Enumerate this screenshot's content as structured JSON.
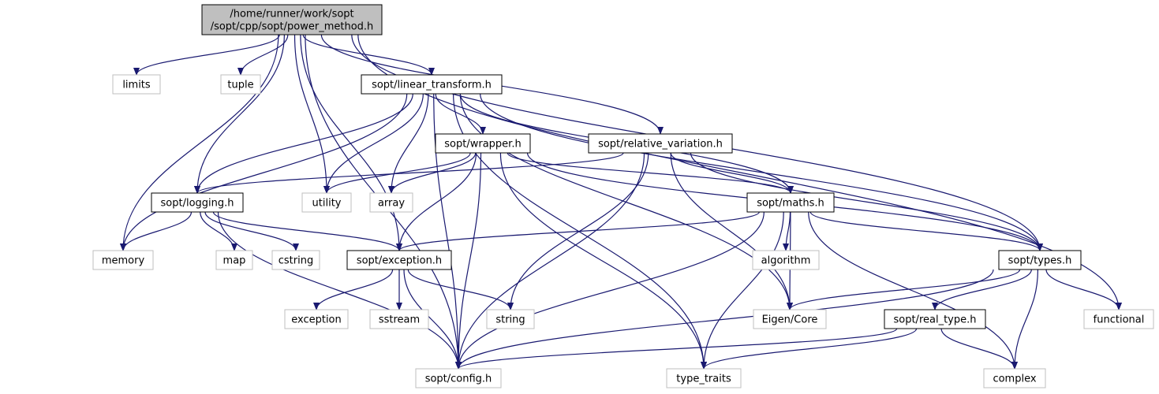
{
  "colors": {
    "edge": "#191970",
    "root_fill": "#bfbfbf",
    "internal_border": "#000000",
    "external_border": "#bfbfbf",
    "text": "#000000"
  },
  "nodes": [
    {
      "id": "power_method",
      "lines": [
        "/home/runner/work/sopt",
        "/sopt/cpp/sopt/power_method.h"
      ],
      "kind": "root"
    },
    {
      "id": "limits",
      "lines": [
        "limits"
      ],
      "kind": "external"
    },
    {
      "id": "tuple",
      "lines": [
        "tuple"
      ],
      "kind": "external"
    },
    {
      "id": "linear_transform",
      "lines": [
        "sopt/linear_transform.h"
      ],
      "kind": "internal"
    },
    {
      "id": "wrapper",
      "lines": [
        "sopt/wrapper.h"
      ],
      "kind": "internal"
    },
    {
      "id": "relative_variation",
      "lines": [
        "sopt/relative_variation.h"
      ],
      "kind": "internal"
    },
    {
      "id": "logging",
      "lines": [
        "sopt/logging.h"
      ],
      "kind": "internal"
    },
    {
      "id": "utility",
      "lines": [
        "utility"
      ],
      "kind": "external"
    },
    {
      "id": "array",
      "lines": [
        "array"
      ],
      "kind": "external"
    },
    {
      "id": "maths",
      "lines": [
        "sopt/maths.h"
      ],
      "kind": "internal"
    },
    {
      "id": "memory",
      "lines": [
        "memory"
      ],
      "kind": "external"
    },
    {
      "id": "map",
      "lines": [
        "map"
      ],
      "kind": "external"
    },
    {
      "id": "cstring",
      "lines": [
        "cstring"
      ],
      "kind": "external"
    },
    {
      "id": "exception_h",
      "lines": [
        "sopt/exception.h"
      ],
      "kind": "internal"
    },
    {
      "id": "algorithm",
      "lines": [
        "algorithm"
      ],
      "kind": "external"
    },
    {
      "id": "types",
      "lines": [
        "sopt/types.h"
      ],
      "kind": "internal"
    },
    {
      "id": "exception",
      "lines": [
        "exception"
      ],
      "kind": "external"
    },
    {
      "id": "sstream",
      "lines": [
        "sstream"
      ],
      "kind": "external"
    },
    {
      "id": "string",
      "lines": [
        "string"
      ],
      "kind": "external"
    },
    {
      "id": "eigen_core",
      "lines": [
        "Eigen/Core"
      ],
      "kind": "external"
    },
    {
      "id": "real_type",
      "lines": [
        "sopt/real_type.h"
      ],
      "kind": "internal"
    },
    {
      "id": "functional",
      "lines": [
        "functional"
      ],
      "kind": "external"
    },
    {
      "id": "config",
      "lines": [
        "sopt/config.h"
      ],
      "kind": "external"
    },
    {
      "id": "type_traits",
      "lines": [
        "type_traits"
      ],
      "kind": "external"
    },
    {
      "id": "complex",
      "lines": [
        "complex"
      ],
      "kind": "external"
    }
  ],
  "edges": [
    [
      "power_method",
      "limits"
    ],
    [
      "power_method",
      "tuple"
    ],
    [
      "power_method",
      "linear_transform"
    ],
    [
      "power_method",
      "relative_variation"
    ],
    [
      "power_method",
      "logging"
    ],
    [
      "power_method",
      "utility"
    ],
    [
      "power_method",
      "memory"
    ],
    [
      "power_method",
      "exception_h"
    ],
    [
      "power_method",
      "types"
    ],
    [
      "power_method",
      "functional"
    ],
    [
      "power_method",
      "config"
    ],
    [
      "linear_transform",
      "wrapper"
    ],
    [
      "linear_transform",
      "logging"
    ],
    [
      "linear_transform",
      "utility"
    ],
    [
      "linear_transform",
      "array"
    ],
    [
      "linear_transform",
      "maths"
    ],
    [
      "linear_transform",
      "memory"
    ],
    [
      "linear_transform",
      "types"
    ],
    [
      "linear_transform",
      "eigen_core"
    ],
    [
      "linear_transform",
      "type_traits"
    ],
    [
      "linear_transform",
      "config"
    ],
    [
      "wrapper",
      "utility"
    ],
    [
      "wrapper",
      "array"
    ],
    [
      "wrapper",
      "maths"
    ],
    [
      "wrapper",
      "exception_h"
    ],
    [
      "wrapper",
      "types"
    ],
    [
      "wrapper",
      "config"
    ],
    [
      "wrapper",
      "type_traits"
    ],
    [
      "relative_variation",
      "logging"
    ],
    [
      "relative_variation",
      "maths"
    ],
    [
      "relative_variation",
      "types"
    ],
    [
      "relative_variation",
      "string"
    ],
    [
      "relative_variation",
      "config"
    ],
    [
      "relative_variation",
      "eigen_core"
    ],
    [
      "logging",
      "memory"
    ],
    [
      "logging",
      "map"
    ],
    [
      "logging",
      "cstring"
    ],
    [
      "logging",
      "exception_h"
    ],
    [
      "logging",
      "config"
    ],
    [
      "maths",
      "exception_h"
    ],
    [
      "maths",
      "algorithm"
    ],
    [
      "maths",
      "types"
    ],
    [
      "maths",
      "eigen_core"
    ],
    [
      "maths",
      "complex"
    ],
    [
      "maths",
      "type_traits"
    ],
    [
      "maths",
      "config"
    ],
    [
      "exception_h",
      "exception"
    ],
    [
      "exception_h",
      "sstream"
    ],
    [
      "exception_h",
      "string"
    ],
    [
      "exception_h",
      "config"
    ],
    [
      "types",
      "functional"
    ],
    [
      "types",
      "real_type"
    ],
    [
      "types",
      "complex"
    ],
    [
      "types",
      "eigen_core"
    ],
    [
      "types",
      "config"
    ],
    [
      "real_type",
      "config"
    ],
    [
      "real_type",
      "type_traits"
    ],
    [
      "real_type",
      "complex"
    ]
  ]
}
